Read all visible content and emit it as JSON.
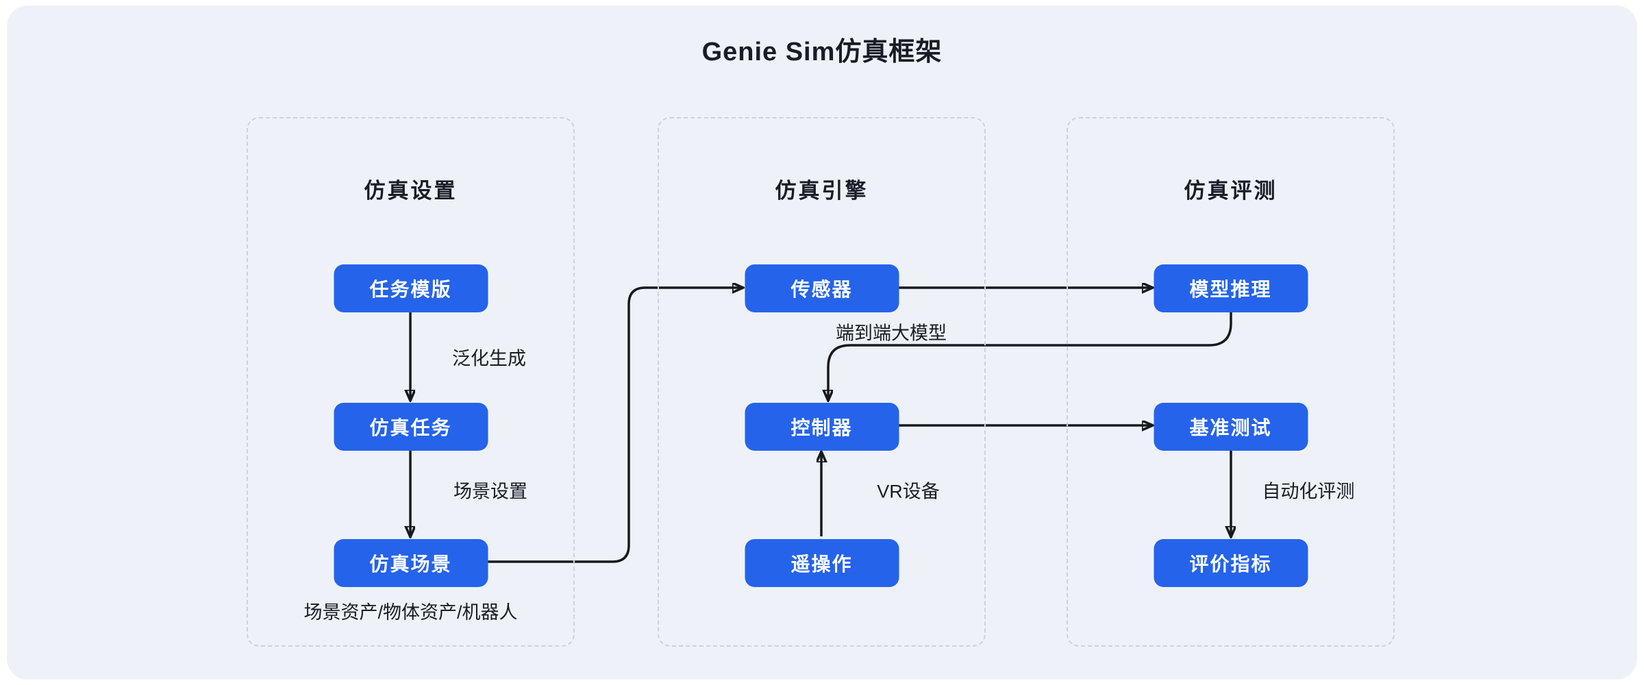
{
  "title": "Genie Sim仿真框架",
  "panels": [
    {
      "title": "仿真设置",
      "nodes": [
        {
          "label": "任务模版"
        },
        {
          "label": "仿真任务"
        },
        {
          "label": "仿真场景"
        }
      ],
      "footnote": "场景资产/物体资产/机器人"
    },
    {
      "title": "仿真引擎",
      "nodes": [
        {
          "label": "传感器"
        },
        {
          "label": "控制器"
        },
        {
          "label": "遥操作"
        }
      ]
    },
    {
      "title": "仿真评测",
      "nodes": [
        {
          "label": "模型推理"
        },
        {
          "label": "基准测试"
        },
        {
          "label": "评价指标"
        }
      ]
    }
  ],
  "edge_labels": [
    {
      "label": "泛化生成"
    },
    {
      "label": "场景设置"
    },
    {
      "label": "端到端大模型"
    },
    {
      "label": "VR设备"
    },
    {
      "label": "自动化评测"
    }
  ],
  "colors": {
    "node_fill": "#2563eb",
    "node_text": "#ffffff",
    "canvas_bg": "#eef2f8",
    "panel_border": "#cbd2dc",
    "arrow": "#17191d",
    "text": "#171c26"
  }
}
